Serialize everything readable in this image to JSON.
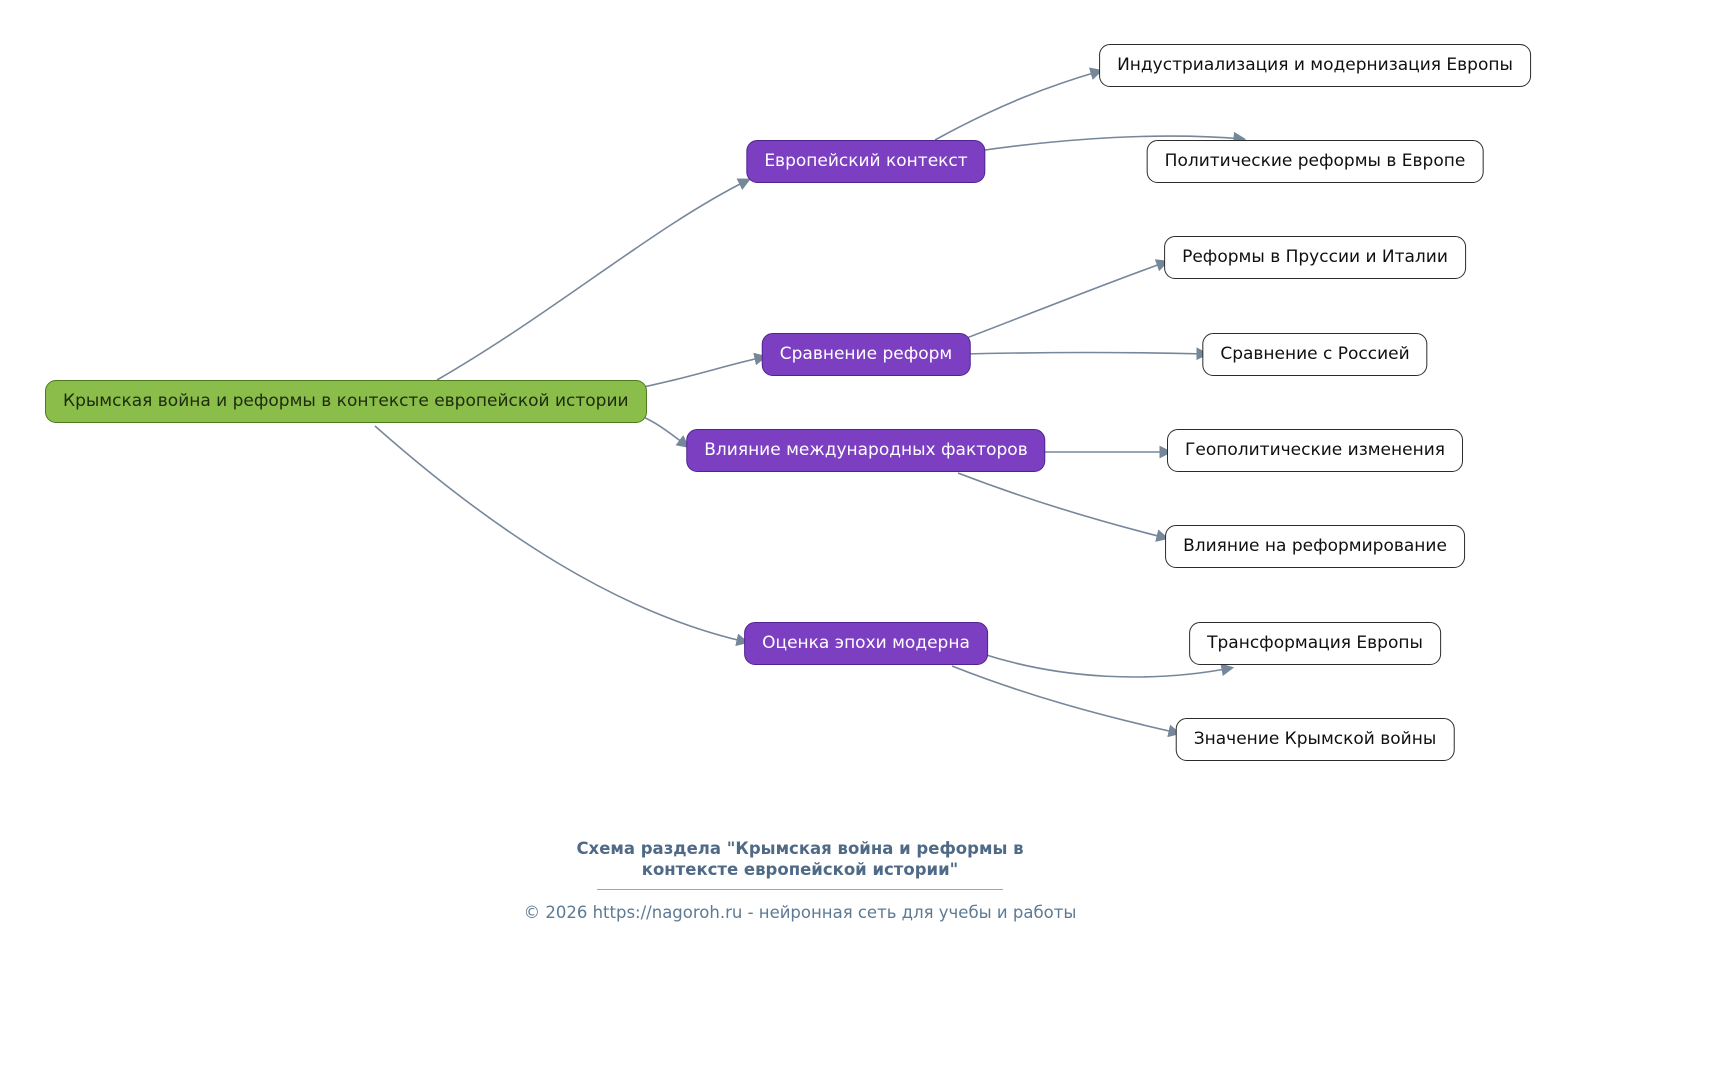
{
  "diagram": {
    "root": {
      "label": "Крымская война и реформы в контексте европейской истории"
    },
    "branches": [
      {
        "label": "Европейский контекст",
        "children": [
          {
            "label": "Индустриализация и модернизация Европы"
          },
          {
            "label": "Политические реформы в Европе"
          }
        ]
      },
      {
        "label": "Сравнение реформ",
        "children": [
          {
            "label": "Реформы в Пруссии и Италии"
          },
          {
            "label": "Сравнение с Россией"
          }
        ]
      },
      {
        "label": "Влияние международных факторов",
        "children": [
          {
            "label": "Геополитические изменения"
          },
          {
            "label": "Влияние на реформирование"
          }
        ]
      },
      {
        "label": "Оценка эпохи модерна",
        "children": [
          {
            "label": "Трансформация Европы"
          },
          {
            "label": "Значение Крымской войны"
          }
        ]
      }
    ]
  },
  "colors": {
    "root_fill": "#8abd4a",
    "root_border": "#4d7a1f",
    "branch_fill": "#7d3fc1",
    "branch_border": "#4f2490",
    "leaf_fill": "#ffffff",
    "leaf_border": "#2b2b2b",
    "edge": "#76879a",
    "footer_title": "#4f6a86",
    "footer_copy": "#5d7a95"
  },
  "footer": {
    "title_line1": "Схема раздела \"Крымская война и реформы в",
    "title_line2": "контексте европейской истории\"",
    "copyright": "© 2026 https://nagoroh.ru - нейронная сеть для учебы и работы"
  }
}
